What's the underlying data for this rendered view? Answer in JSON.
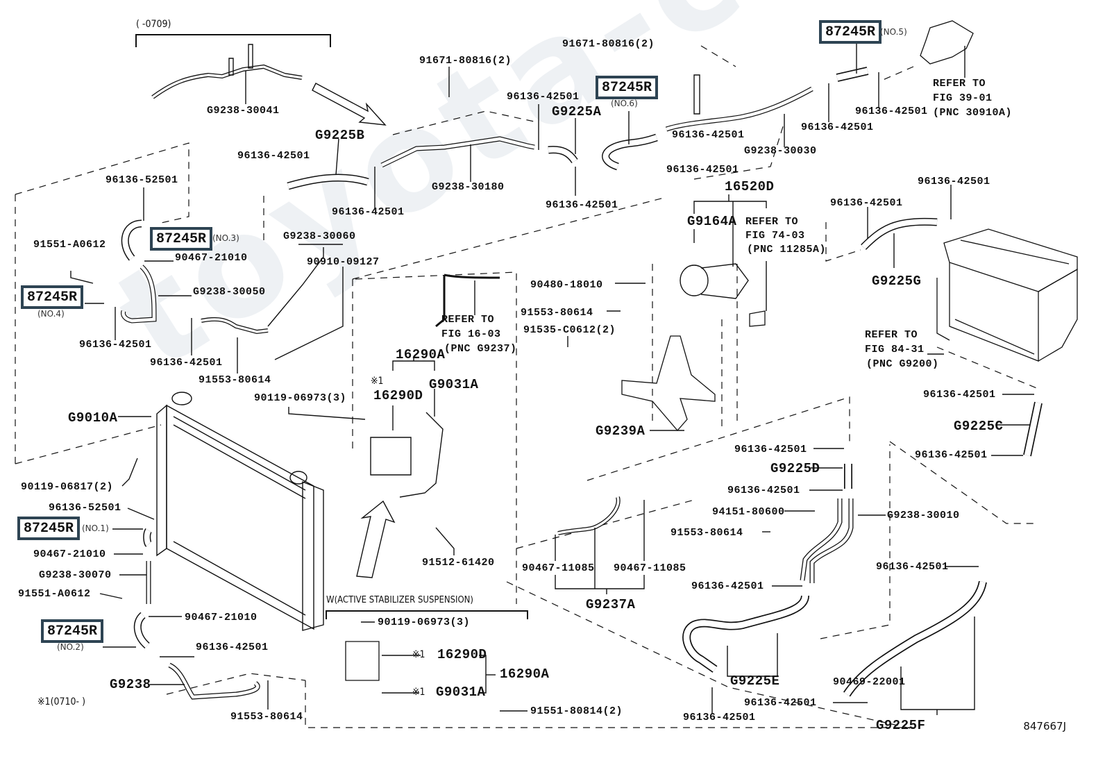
{
  "diagram": {
    "figure_id": "847667J",
    "watermark": "toyota-camry.ru",
    "notes": {
      "top_range": "(      -0709)",
      "bottom_range": "※1(0710-      )",
      "active_stabilizer": "W(ACTIVE STABILIZER SUSPENSION)"
    },
    "highlighted": [
      {
        "part": "87245R",
        "qualifier": "(NO.5)"
      },
      {
        "part": "87245R",
        "qualifier": "(NO.6)"
      },
      {
        "part": "87245R",
        "qualifier": "(NO.3)"
      },
      {
        "part": "87245R",
        "qualifier": "(NO.4)"
      },
      {
        "part": "87245R",
        "qualifier": "(NO.1)"
      },
      {
        "part": "87245R",
        "qualifier": "(NO.2)"
      }
    ],
    "labels": {
      "g9238_30041": "G9238-30041",
      "g9225b": "G9225B",
      "c_96136_42501_a": "96136-42501",
      "c_96136_52501_a": "96136-52501",
      "b_91671_80816_a": "91671-80816(2)",
      "b_91671_80816_b": "91671-80816(2)",
      "c_96136_42501_b": "96136-42501",
      "g9225a": "G9225A",
      "g9238_30180": "G9238-30180",
      "c_96136_42501_c": "96136-42501",
      "c_96136_42501_d": "96136-42501",
      "c_96136_42501_e": "96136-42501",
      "c_96136_42501_f": "96136-42501",
      "g9238_30030": "G9238-30030",
      "c_96136_42501_g": "96136-42501",
      "c_96136_42501_h": "96136-42501",
      "refer_39_1": "REFER TO",
      "refer_39_2": "FIG 39-01",
      "refer_39_3": "(PNC 30910A)",
      "p16520d": "16520D",
      "g9164a": "G9164A",
      "refer_74_1": "REFER TO",
      "refer_74_2": "FIG 74-03",
      "refer_74_3": "(PNC 11285A)",
      "c_96136_42501_i": "96136-42501",
      "c_96136_42501_j": "96136-42501",
      "g9225g": "G9225G",
      "refer_84_1": "REFER TO",
      "refer_84_2": "FIG 84-31",
      "refer_84_3": "(PNC G9200)",
      "b_91551_a0612_a": "91551-A0612",
      "h_90467_21010_a": "90467-21010",
      "g9238_30050": "G9238-30050",
      "g9238_30060": "G9238-30060",
      "p90910_09127": "90910-09127",
      "c_96136_42501_k": "96136-42501",
      "c_96136_42501_l": "96136-42501",
      "b_91553_80614_a": "91553-80614",
      "p90480_18010": "90480-18010",
      "b_91553_80614_b": "91553-80614",
      "b_91535_c0612": "91535-C0612(2)",
      "refer_16_1": "REFER TO",
      "refer_16_2": "FIG 16-03",
      "refer_16_3": "(PNC G9237)",
      "p16290a_a": "16290A",
      "mark1_a": "※1",
      "p16290d_a": "16290D",
      "g9031a_a": "G9031A",
      "b_90119_06973_a": "90119-06973(3)",
      "g9010a": "G9010A",
      "g9239a": "G9239A",
      "c_96136_42501_m": "96136-42501",
      "g9225c": "G9225C",
      "c_96136_42501_n": "96136-42501",
      "b_90119_06817": "90119-06817(2)",
      "c_96136_52501_b": "96136-52501",
      "h_90467_21010_b": "90467-21010",
      "g9238_30070": "G9238-30070",
      "b_91551_a0612_b": "91551-A0612",
      "h_90467_21010_c": "90467-21010",
      "c_96136_42501_o": "96136-42501",
      "g9238": "G9238",
      "b_91553_80614_c": "91553-80614",
      "b_91512_61420": "91512-61420",
      "c_96136_42501_p": "96136-42501",
      "g9225d": "G9225D",
      "c_96136_42501_q": "96136-42501",
      "p94151_80600": "94151-80600",
      "g9238_30010": "G9238-30010",
      "b_91553_80614_d": "91553-80614",
      "h_90467_11085_a": "90467-11085",
      "h_90467_11085_b": "90467-11085",
      "g9237a": "G9237A",
      "c_96136_42501_r": "96136-42501",
      "c_96136_42501_s": "96136-42501",
      "g9225e": "G9225E",
      "c_96136_42501_t": "96136-42501",
      "c_96136_42501_u": "96136-42501",
      "p90469_22001": "90469-22001",
      "g9225f": "G9225F",
      "b_90119_06973_b": "90119-06973(3)",
      "mark1_b": "※1",
      "p16290d_b": "16290D",
      "p16290a_b": "16290A",
      "mark1_c": "※1",
      "g9031a_b": "G9031A",
      "b_91551_80814": "91551-80814(2)"
    }
  }
}
